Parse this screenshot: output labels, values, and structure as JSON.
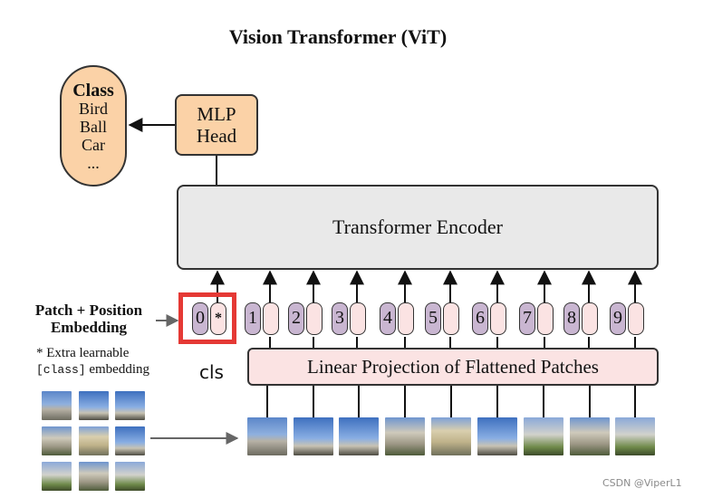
{
  "title": "Vision Transformer (ViT)",
  "class_box": {
    "heading": "Class",
    "items": [
      "Bird",
      "Ball",
      "Car",
      "..."
    ]
  },
  "mlp_head": {
    "line1": "MLP",
    "line2": "Head"
  },
  "encoder": {
    "label": "Transformer Encoder"
  },
  "linear_projection": {
    "label": "Linear Projection of Flattened Patches"
  },
  "patch_position_embedding": {
    "line1": "Patch + Position",
    "line2": "Embedding"
  },
  "extra_note": {
    "line1": "* Extra learnable",
    "code": "[class]",
    "rest": " embedding"
  },
  "cls_annotation": "cls",
  "tokens": [
    {
      "pos": "0",
      "emb": "*"
    },
    {
      "pos": "1",
      "emb": ""
    },
    {
      "pos": "2",
      "emb": ""
    },
    {
      "pos": "3",
      "emb": ""
    },
    {
      "pos": "4",
      "emb": ""
    },
    {
      "pos": "5",
      "emb": ""
    },
    {
      "pos": "6",
      "emb": ""
    },
    {
      "pos": "7",
      "emb": ""
    },
    {
      "pos": "8",
      "emb": ""
    },
    {
      "pos": "9",
      "emb": ""
    }
  ],
  "colors": {
    "class_fill": "#fbd2a7",
    "encoder_fill": "#e9e9e9",
    "projection_fill": "#fbe3e3",
    "position_fill": "#c9b6d1",
    "highlight": "#e53935"
  },
  "watermark": "CSDN @ViperL1"
}
